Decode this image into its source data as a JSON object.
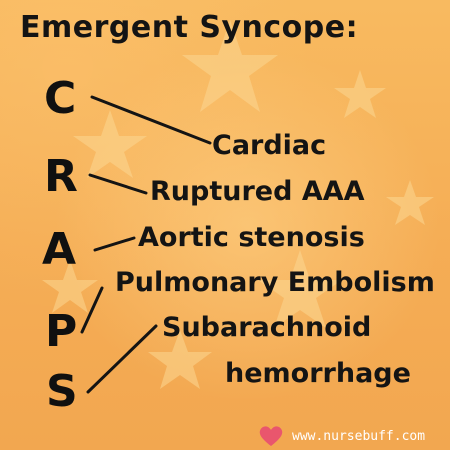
{
  "title": "Emergent Syncope:",
  "acronym": {
    "letters": [
      "C",
      "R",
      "A",
      "P",
      "S"
    ],
    "terms": [
      "Cardiac",
      "Ruptured AAA",
      "Aortic stenosis",
      "Pulmonary Embolism",
      "Subarachnoid",
      "hemorrhage"
    ]
  },
  "footer": {
    "url": "www.nursebuff.com"
  },
  "colors": {
    "background": "#f7b358",
    "text": "#141414",
    "heart": "#e9566d"
  }
}
